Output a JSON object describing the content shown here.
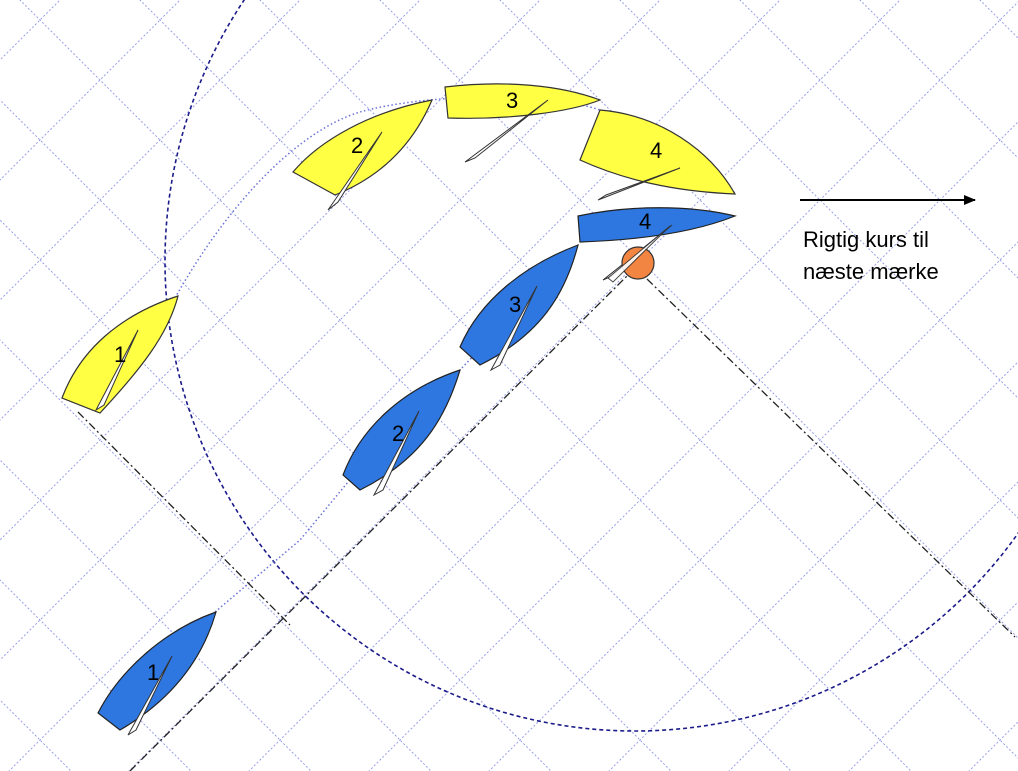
{
  "diagram": {
    "caption_line1": "Rigtig kurs til",
    "caption_line2": "næste mærke",
    "colors": {
      "yellow_boat": "#ffff44",
      "blue_boat": "#2e77e0",
      "mark": "#f28542",
      "grid": "#9aa0e8",
      "zone_circle": "#1b1b8a"
    },
    "yellow_boats": [
      {
        "number": "1"
      },
      {
        "number": "2"
      },
      {
        "number": "3"
      },
      {
        "number": "4"
      }
    ],
    "blue_boats": [
      {
        "number": "1"
      },
      {
        "number": "2"
      },
      {
        "number": "3"
      },
      {
        "number": "4"
      }
    ],
    "icons": {
      "mark": "orange-mark-buoy-icon",
      "arrow": "course-arrow-icon"
    }
  }
}
